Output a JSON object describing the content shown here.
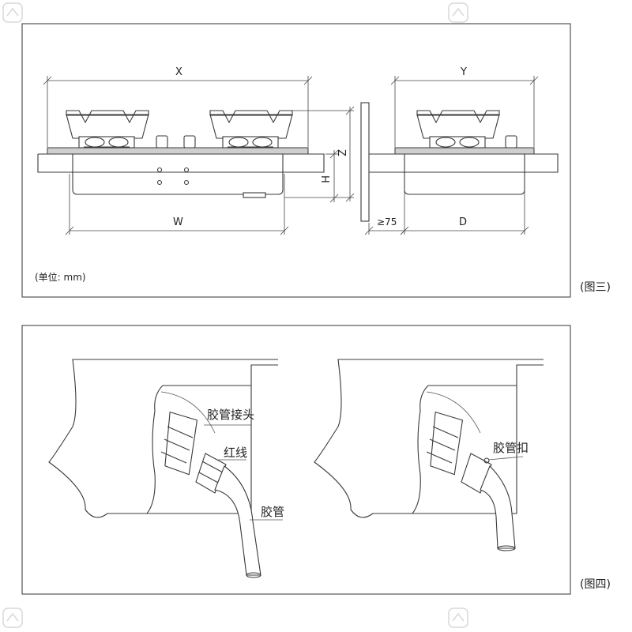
{
  "figure3": {
    "caption": "(图三)",
    "unit_note": "(单位: mm)",
    "dim_x": "X",
    "dim_y": "Y",
    "dim_z": "Z",
    "dim_h": "H",
    "dim_w": "W",
    "dim_d": "D",
    "dim_gap": "≥75"
  },
  "figure4": {
    "caption": "(图四)",
    "label_hose_joint": "胶管接头",
    "label_red_line": "红线",
    "label_hose": "胶管",
    "label_hose_clamp": "胶管扣"
  },
  "colors": {
    "line": "#3a3a3a",
    "frame": "#555555",
    "background": "#ffffff"
  }
}
